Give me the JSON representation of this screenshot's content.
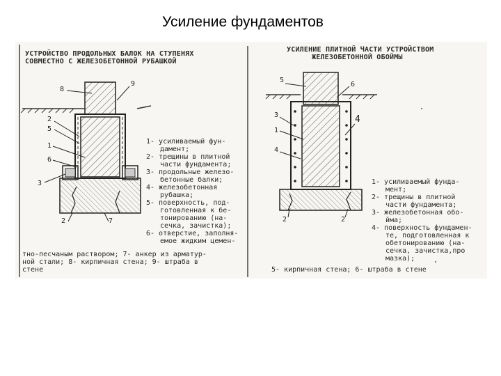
{
  "slide_title": "Усиление фундаментов",
  "left_figure": {
    "heading_line1": "Устройство продольных балок на ступенях",
    "heading_line2": "совместно с железобетонной рубашкой",
    "callouts": [
      "8",
      "9",
      "2",
      "5",
      "1",
      "6",
      "3",
      "2",
      "7"
    ],
    "legend": [
      "1- усиливаемый фун-",
      "дамент;",
      "2- трещины в плитной",
      "части фундамента;",
      "3- продольные железо-",
      "бетонные балки;",
      "4- железобетонная",
      "рубашка;",
      "5- поверхность, под-",
      "готовленная к бе-",
      "тонированию (на-",
      "сечка, зачистка);",
      "6- отверстие, заполня-",
      "емое жидким цемен-"
    ],
    "bottom_lines": [
      "тно-песчаным раствором; 7- анкер из арматур-",
      "ной стали; 8- кирпичная стена; 9- штраба в",
      "стене"
    ]
  },
  "right_figure": {
    "heading_line1": "Усиление плитной части устройством",
    "heading_line2": "железобетонной обоймы",
    "callouts": [
      "5",
      "6",
      "3",
      "1",
      "4",
      "4",
      "2",
      "2"
    ],
    "legend": [
      "1- усиливаемый фунда-",
      "мент;",
      "2- трещины в плитной",
      "части фундамента;",
      "3- железобетонная обо-",
      "йма;",
      "4- поверхность фундамен-",
      "те, подготовленная к",
      "обетонированию (на-",
      "сечка, зачистка,про",
      "мазка);"
    ],
    "bottom_line": "5- кирпичная стена;  6- штраба в стене"
  }
}
